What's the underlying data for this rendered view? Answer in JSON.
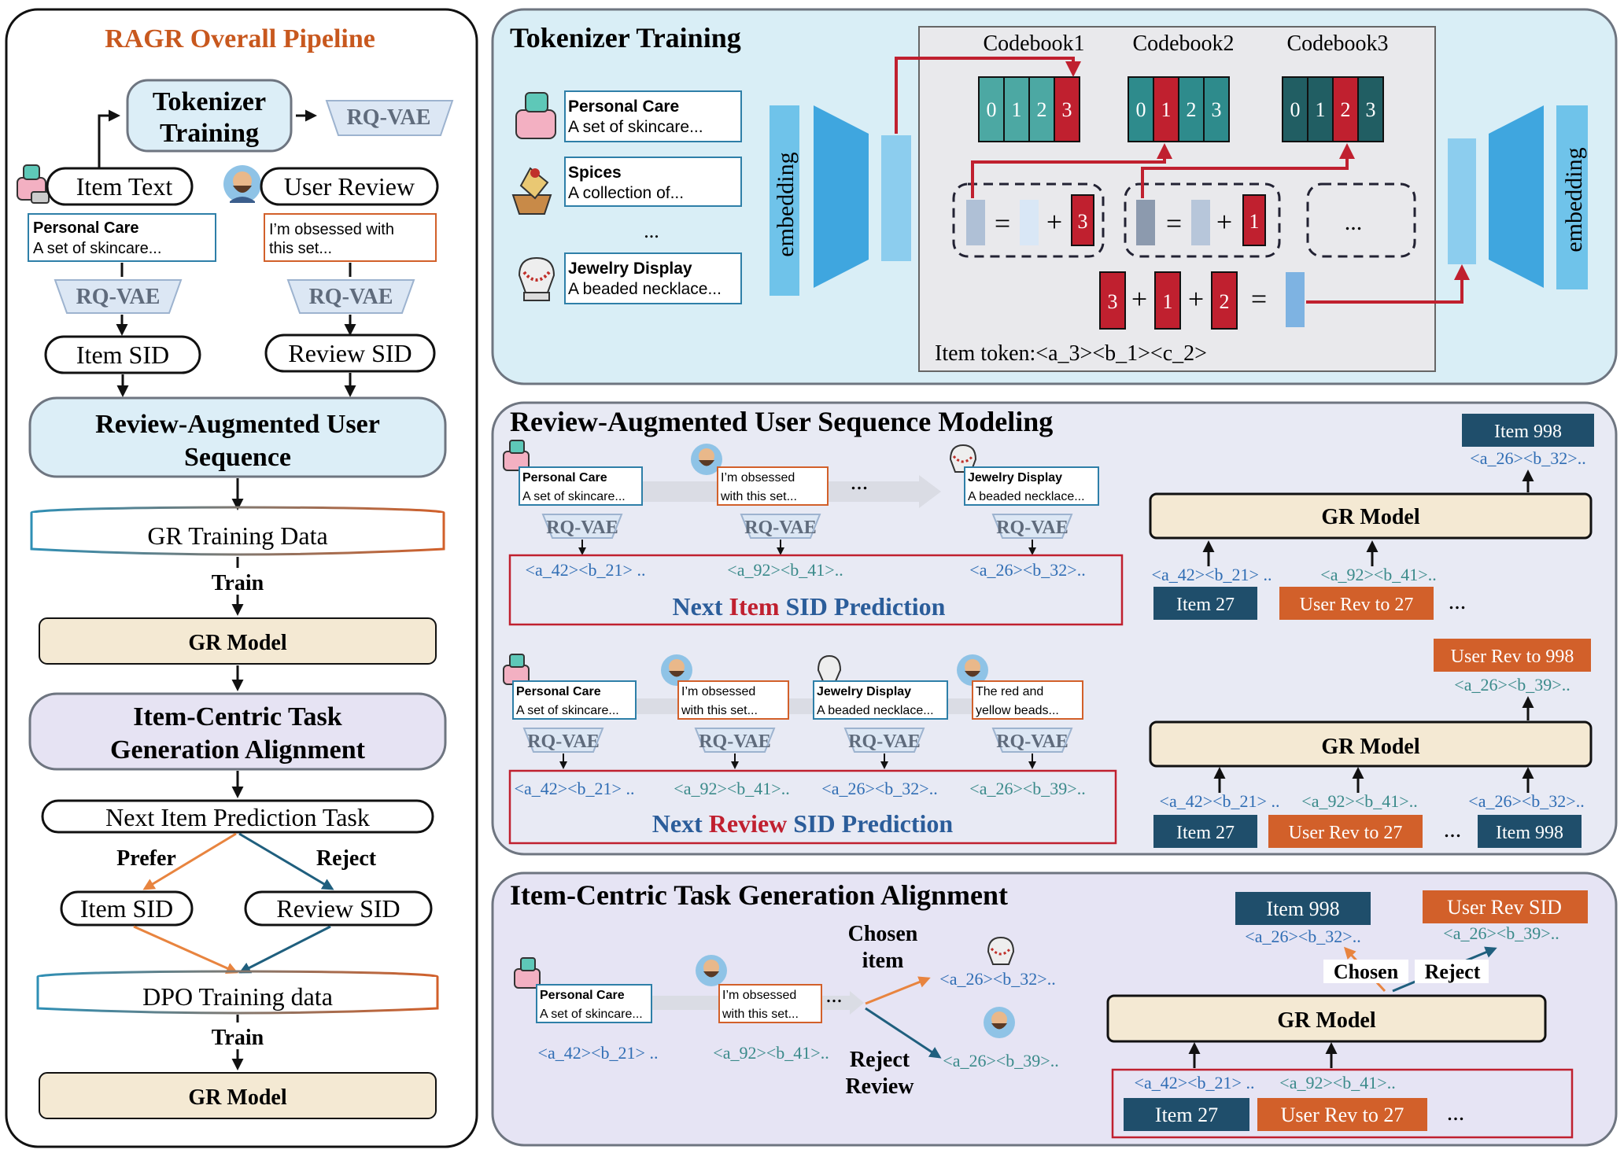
{
  "left": {
    "title": "RAGR Overall Pipeline",
    "tokenizer_training": [
      "Tokenizer",
      "Training"
    ],
    "rqvae": "RQ-VAE",
    "item_text": "Item Text",
    "user_review": "User Review",
    "item_card": {
      "title": "Personal Care",
      "desc": "A set of skincare..."
    },
    "review_card": {
      "line1": "I’m obsessed with",
      "line2": "this set..."
    },
    "item_sid": "Item SID",
    "review_sid": "Review SID",
    "review_aug": [
      "Review-Augmented User",
      "Sequence"
    ],
    "gr_training_data": "GR Training Data",
    "train": "Train",
    "gr_model": "GR Model",
    "icgta": [
      "Item-Centric Task",
      "Generation Alignment"
    ],
    "next_item_task": "Next Item Prediction Task",
    "prefer": "Prefer",
    "reject": "Reject",
    "dpo_data": "DPO Training data"
  },
  "tok": {
    "title": "Tokenizer Training",
    "items": [
      {
        "title": "Personal Care",
        "desc": "A set of skincare..."
      },
      {
        "title": "Spices",
        "desc": "A collection of..."
      },
      {
        "title": "Jewelry Display",
        "desc": "A beaded necklace..."
      }
    ],
    "ellipsis": "...",
    "embedding": "embedding",
    "codebooks": [
      {
        "label": "Codebook1",
        "cells": [
          "0",
          "1",
          "2",
          "3"
        ],
        "highlight": 3
      },
      {
        "label": "Codebook2",
        "cells": [
          "0",
          "1",
          "2",
          "3"
        ],
        "highlight": 1
      },
      {
        "label": "Codebook3",
        "cells": [
          "0",
          "1",
          "2",
          "3"
        ],
        "highlight": 2
      }
    ],
    "eq": "=",
    "plus": "+",
    "res1": "3",
    "res2": "1",
    "dots": "...",
    "sum": [
      "3",
      "1",
      "2"
    ],
    "item_token_label": "Item token",
    "item_token": ":<a_3><b_1><c_2>"
  },
  "rasm": {
    "title": "Review-Augmented User Sequence Modeling",
    "row1": {
      "cards": [
        {
          "l1": "Personal Care",
          "l2": "A set of skincare..."
        },
        {
          "l1": "I’m obsessed",
          "l2": "with this set..."
        },
        {
          "l1": "Jewelry Display",
          "l2": "A beaded necklace..."
        }
      ],
      "mid_dots": "...",
      "rq": "RQ-VAE",
      "sids": [
        "<a_42><b_21> ..",
        "<a_92><b_41>..",
        "<a_26><b_32>.."
      ],
      "pred": [
        "Next ",
        "Item",
        " SID Prediction"
      ]
    },
    "row2": {
      "cards": [
        {
          "l1": "Personal Care",
          "l2": "A set of skincare..."
        },
        {
          "l1": "I’m obsessed",
          "l2": "with this set..."
        },
        {
          "l1": "Jewelry Display",
          "l2": "A beaded necklace..."
        },
        {
          "l1": "The red and",
          "l2": "yellow beads..."
        }
      ],
      "rq": "RQ-VAE",
      "sids": [
        "<a_42><b_21> ..",
        "<a_92><b_41>..",
        "<a_26><b_32>..",
        "<a_26><b_39>.."
      ],
      "pred": [
        "Next ",
        "Review",
        " SID Prediction"
      ]
    },
    "gr1": {
      "model": "GR Model",
      "output_label": "Item 998",
      "output_sid": "<a_26><b_32>..",
      "in_sids": [
        "<a_42><b_21> ..",
        "<a_92><b_41>.."
      ],
      "in_labels": [
        "Item 27",
        "User Rev to 27"
      ],
      "dots": "..."
    },
    "gr2": {
      "model": "GR Model",
      "output_label": "User Rev to 998",
      "output_sid": "<a_26><b_39>..",
      "in_sids": [
        "<a_42><b_21> ..",
        "<a_92><b_41>..",
        "<a_26><b_32>.."
      ],
      "in_labels": [
        "Item 27",
        "User Rev to 27",
        "Item 998"
      ],
      "dots": "..."
    }
  },
  "icta": {
    "title": "Item-Centric Task Generation Alignment",
    "cards": [
      {
        "l1": "Personal Care",
        "l2": "A set of skincare..."
      },
      {
        "l1": "I’m obsessed",
        "l2": "with this set..."
      }
    ],
    "dots": "...",
    "sids": [
      "<a_42><b_21> ..",
      "<a_92><b_41>.."
    ],
    "chosen_item": [
      "Chosen",
      "item"
    ],
    "reject_review": [
      "Reject",
      "Review"
    ],
    "out_sids": [
      "<a_26><b_32>..",
      "<a_26><b_39>.."
    ],
    "gr": {
      "model": "GR Model",
      "out1_label": "Item 998",
      "out1_sid": "<a_26><b_32>..",
      "out2_label": "User Rev SID",
      "out2_sid": "<a_26><b_39>..",
      "chosen": "Chosen",
      "reject": "Reject",
      "in_sids": [
        "<a_42><b_21> ..",
        "<a_92><b_41>.."
      ],
      "in_labels": [
        "Item 27",
        "User Rev to 27"
      ],
      "dots": "..."
    }
  },
  "colors": {
    "orange": "#C8581E",
    "teal": "#1F4E6B",
    "tan": "#F4E9D3",
    "red": "#C0202F",
    "blue_text": "#2F6DB4",
    "light_blue_panel": "#D8EDF5",
    "light_purple_panel": "#E6E6F4"
  }
}
